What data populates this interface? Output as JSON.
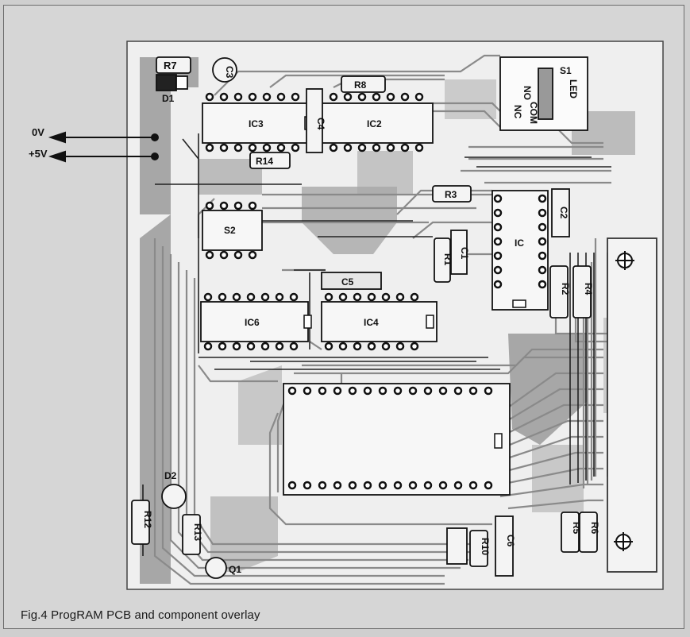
{
  "caption": "Fig.4 ProgRAM PCB and component overlay",
  "power": {
    "zero_v": "0V",
    "five_v": "+5V"
  },
  "components": {
    "R7": "R7",
    "D1": "D1",
    "C3": "C3",
    "R6": "R6",
    "IC3": "IC3",
    "C4": "C4",
    "IC2": "IC2",
    "R14": "R14",
    "S1": "S1",
    "NO": "NO",
    "NC": "NC",
    "COM": "COM",
    "LED": "LED",
    "R3": "R3",
    "C2": "C2",
    "IC": "IC",
    "R1": "R1",
    "C1": "C1",
    "S2": "S2",
    "C5": "C5",
    "IC6": "IC6",
    "IC4": "IC4",
    "R2": "R2",
    "R4": "R4",
    "D2": "D2",
    "R12": "R12",
    "R13": "R13",
    "Q1": "Q1",
    "R10": "R10",
    "C6": "C6",
    "R5": "R5",
    "R8": "R8"
  },
  "colors": {
    "board": "#f0f0f0",
    "copper": "#a9a9a9",
    "pad": "#1a1a1a",
    "silk": "#111111"
  }
}
